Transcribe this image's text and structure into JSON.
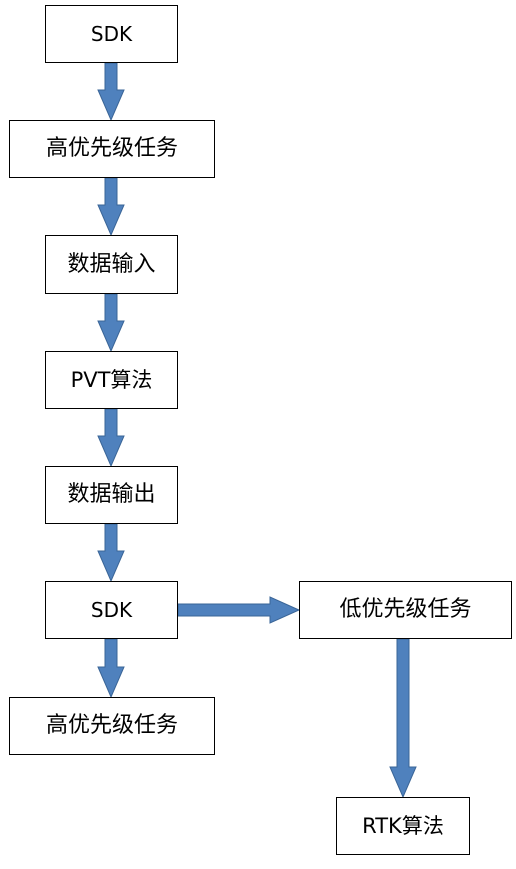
{
  "colors": {
    "arrow_fill": "#4f81bd",
    "arrow_stroke": "#3a6597",
    "box_border": "#000000",
    "text": "#000000"
  },
  "nodes": {
    "sdk_top": "SDK",
    "high_priority_task_1": "高优先级任务",
    "data_input": "数据输入",
    "pvt_algorithm": "PVT算法",
    "data_output": "数据输出",
    "sdk_mid": "SDK",
    "high_priority_task_2": "高优先级任务",
    "low_priority_task": "低优先级任务",
    "rtk_algorithm": "RTK算法"
  }
}
